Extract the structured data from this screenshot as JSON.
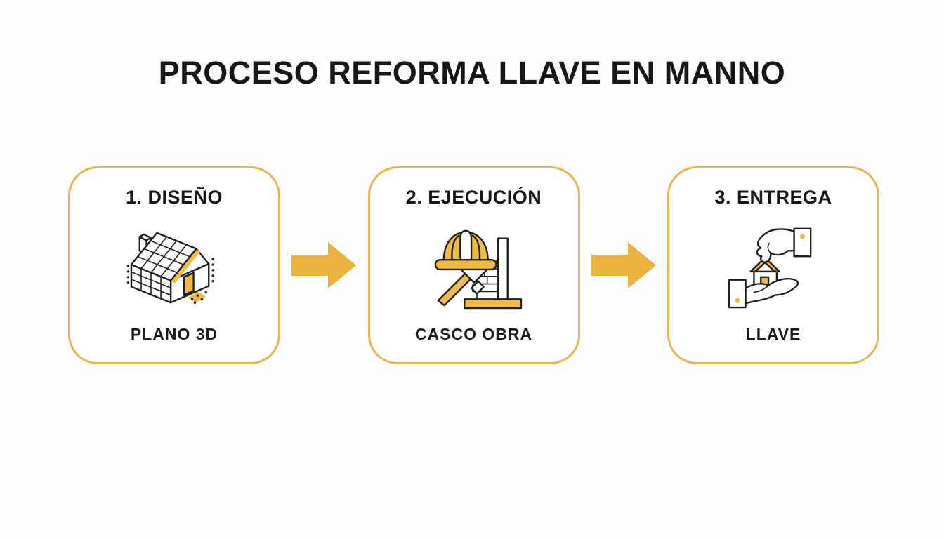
{
  "title": "PROCESO REFORMA LLAVE EN MANNO",
  "colors": {
    "background": "#FCFCFD",
    "card_background": "#FFFFFF",
    "text": "#171717",
    "accent_border": "#E5B654",
    "arrow": "#EAB23F",
    "icon_yellow": "#EFBA45",
    "outline": "#1F1F1F"
  },
  "steps": [
    {
      "heading": "1. DISEÑO",
      "label": "PLANO 3D",
      "icon": "house-3d-icon"
    },
    {
      "heading": "2. EJECUCIÓN",
      "label": "CASCO OBRA",
      "icon": "hardhat-hammer-wall-icon"
    },
    {
      "heading": "3. ENTREGA",
      "label": "LLAVE",
      "icon": "hand-delivering-house-icon"
    }
  ],
  "connectors": [
    {
      "icon": "arrow-right-icon"
    },
    {
      "icon": "arrow-right-icon"
    }
  ]
}
